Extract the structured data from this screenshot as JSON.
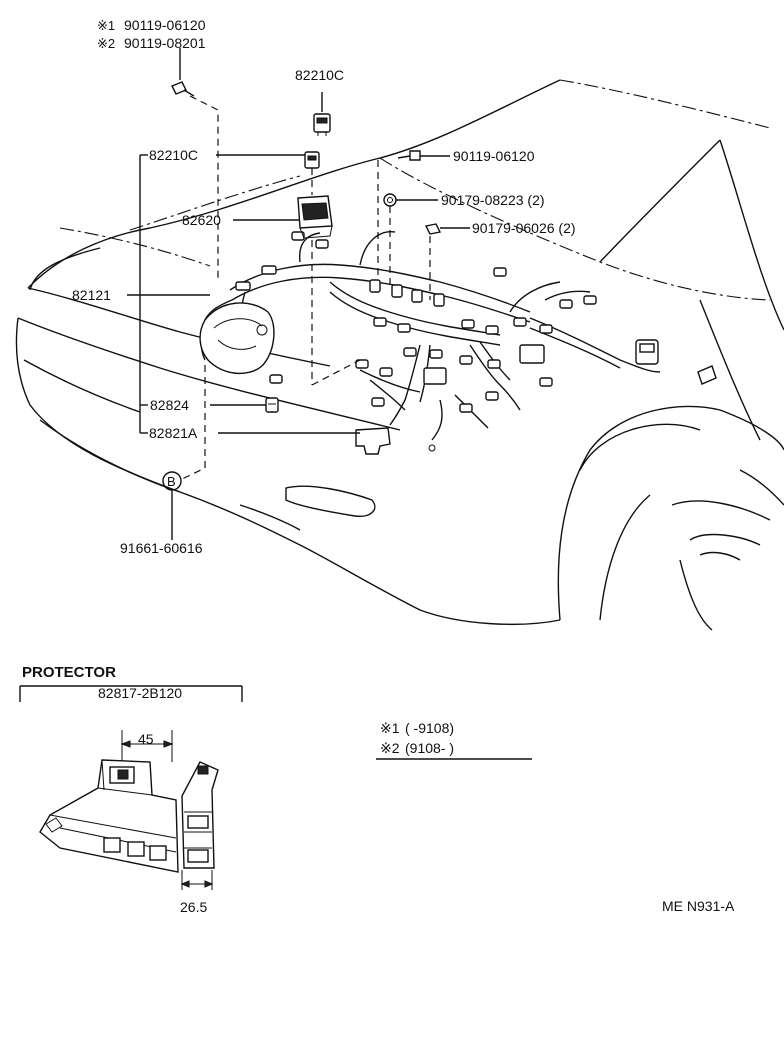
{
  "labels": {
    "mark1_symbol": "※1",
    "mark1_part": "90119-06120",
    "mark2_symbol": "※2",
    "mark2_part": "90119-08201",
    "p82210c_top": "82210C",
    "p82210c_left": "82210C",
    "p82620": "82620",
    "p82121": "82121",
    "p82824": "82824",
    "p82821a": "82821A",
    "circle_b": "B",
    "p91661": "91661-60616",
    "p90119_right": "90119-06120",
    "p90179_08223": "90179-08223 (2)",
    "p90179_06026": "90179-06026 (2)"
  },
  "protector": {
    "title": "PROTECTOR",
    "part": "82817-2B120",
    "dim_width": "45",
    "dim_depth": "26.5"
  },
  "legend": {
    "row1_mark": "※1",
    "row1_range": "(         -9108)",
    "row2_mark": "※2",
    "row2_range": "(9108-         )"
  },
  "footer": {
    "code": "ME N931-A"
  }
}
